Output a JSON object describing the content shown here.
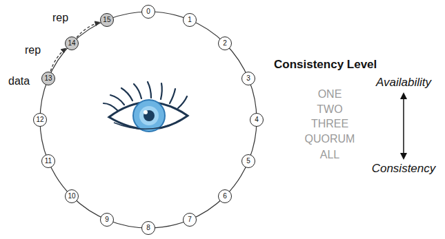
{
  "diagram": {
    "title": "Consistency Level",
    "nodes": [
      {
        "text": [
          "0"
        ]
      },
      {
        "text": [
          "1"
        ]
      },
      {
        "text": [
          "2"
        ]
      },
      {
        "text": [
          "3"
        ]
      },
      {
        "text": [
          "4"
        ]
      },
      {
        "text": [
          "5"
        ]
      },
      {
        "text": [
          "6"
        ]
      },
      {
        "text": [
          "7"
        ]
      },
      {
        "text": [
          "8"
        ]
      },
      {
        "text": [
          "9"
        ]
      },
      {
        "text": [
          "10"
        ]
      },
      {
        "text": [
          "11"
        ]
      },
      {
        "text": [
          "12"
        ]
      },
      {
        "text": [
          "13"
        ]
      },
      {
        "text": [
          "14"
        ]
      },
      {
        "text": [
          "15"
        ]
      }
    ],
    "edges": [
      {
        "from": 13,
        "to": 14,
        "arrow": "to"
      },
      {
        "from": 14,
        "to": 15,
        "arrow": "to"
      }
    ],
    "labels": [
      "data",
      "rep",
      "rep",
      "ONE",
      "TWO",
      "THREE",
      "QUORUM",
      "ALL",
      "Availability",
      "Consistency"
    ]
  }
}
